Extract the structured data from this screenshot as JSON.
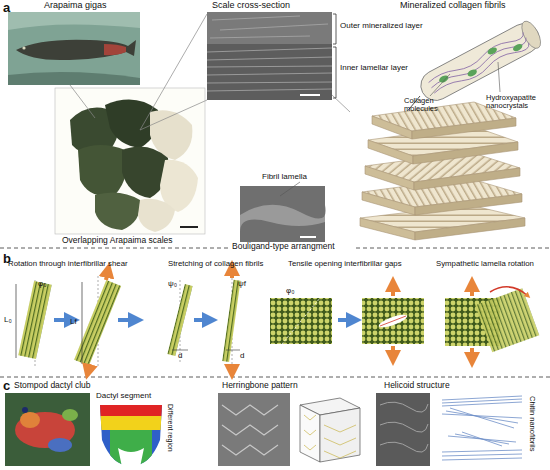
{
  "diagram": {
    "labels": [
      "a",
      "Arapaima gigas",
      "Scale cross-section",
      "Outer mineralized layer",
      "Inner lamellar layer",
      "Mineralized collagen fibrils",
      "Collagen molecules",
      "Hydroxyapatite nanocrystals",
      "Fibril lamella",
      "Overlapping Arapaima scales",
      "Bouligand-type arrangment",
      "b",
      "Rotation through interfibrillar shear",
      "Stretching of collagen fibrils",
      "Tensile opening interfibrillar gaps",
      "Sympathetic lamella rotation",
      "φ₀",
      "L₀",
      "Lf",
      "ψ₀",
      "ψf",
      "d",
      "d",
      "φ₀",
      "c",
      "Stompod dactyl club",
      "Dactyl segment",
      "Different region",
      "Herringbone pattern",
      "Helicoid structure",
      "Chitin nanofibrils"
    ]
  }
}
